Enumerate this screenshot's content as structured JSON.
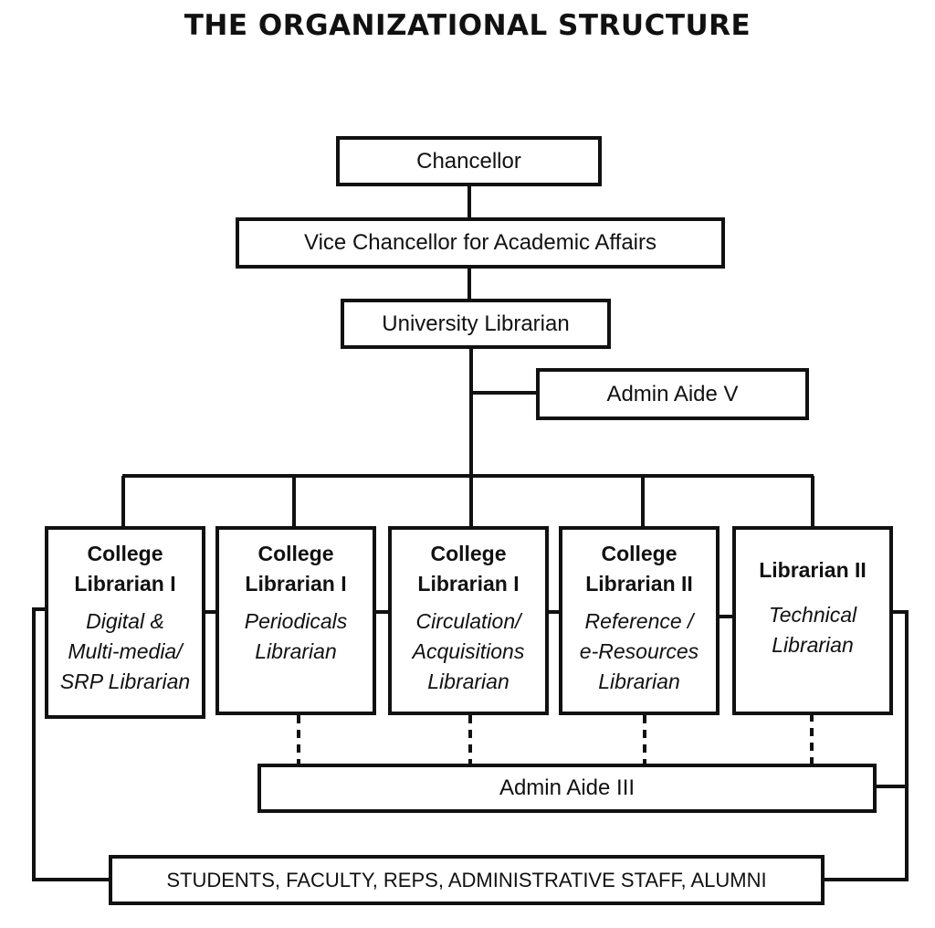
{
  "title": "THE ORGANIZATIONAL STRUCTURE",
  "nodes": {
    "chancellor": "Chancellor",
    "vice_chancellor": "Vice Chancellor for Academic Affairs",
    "university_librarian": "University Librarian",
    "admin_aide_v": "Admin Aide V",
    "admin_aide_iii": "Admin Aide III",
    "stakeholders": "STUDENTS, FACULTY, REPS, ADMINISTRATIVE STAFF, ALUMNI"
  },
  "positions": [
    {
      "rank_1": "College",
      "rank_2": "Librarian I",
      "role_1": "Digital &",
      "role_2": "Multi-media/",
      "role_3": "SRP Librarian"
    },
    {
      "rank_1": "College",
      "rank_2": "Librarian I",
      "role_1": "Periodicals",
      "role_2": "Librarian"
    },
    {
      "rank_1": "College",
      "rank_2": "Librarian I",
      "role_1": "Circulation/",
      "role_2": "Acquisitions",
      "role_3": "Librarian"
    },
    {
      "rank_1": "College",
      "rank_2": "Librarian II",
      "role_1": "Reference /",
      "role_2": "e-Resources",
      "role_3": "Librarian"
    },
    {
      "rank_1": "Librarian II",
      "role_1": "Technical",
      "role_2": "Librarian"
    }
  ],
  "colors": {
    "line": "#111111",
    "background": "#ffffff"
  }
}
